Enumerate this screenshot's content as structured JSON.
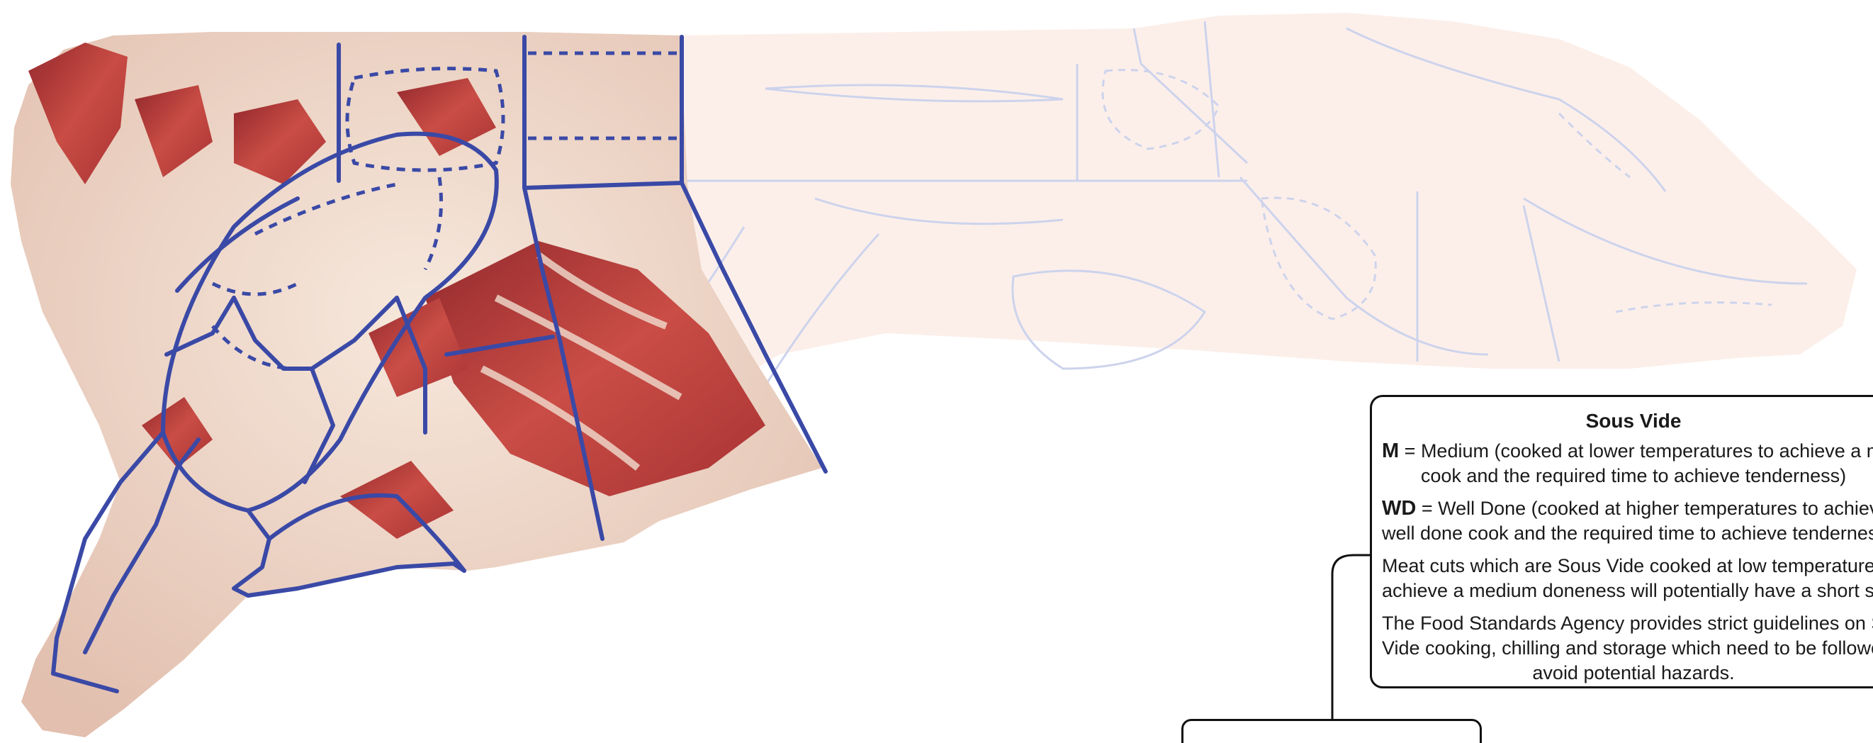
{
  "diagram": {
    "subject": "side-of-beef-forequarter-cut-map",
    "outline_color": "#3a49a6",
    "faded_outline_color": "#c9cfe8",
    "meat_color": "#c23a3a",
    "fat_color": "#f0dccd",
    "faded_color": "#fbeae4"
  },
  "info_box": {
    "title": "Sous Vide",
    "m_abbr": "M",
    "m_text": " = Medium (cooked at lower temperatures to achieve a medium",
    "m_text_line2": "cook and the required time to achieve tenderness)",
    "wd_abbr": "WD",
    "wd_text": " = Well Done (cooked at higher temperatures to achieve a",
    "wd_text_line2": "well done cook and the required time to achieve tenderness)",
    "note1_line1": "Meat cuts which are Sous Vide cooked at low temperatures to",
    "note1_line2": "achieve a medium doneness will potentially have a short shelf life.",
    "note2_line1": "The Food Standards Agency provides strict guidelines on Sous",
    "note2_line2": "Vide cooking, chilling and storage which need to be followed to",
    "note2_line3": "avoid potential hazards."
  }
}
